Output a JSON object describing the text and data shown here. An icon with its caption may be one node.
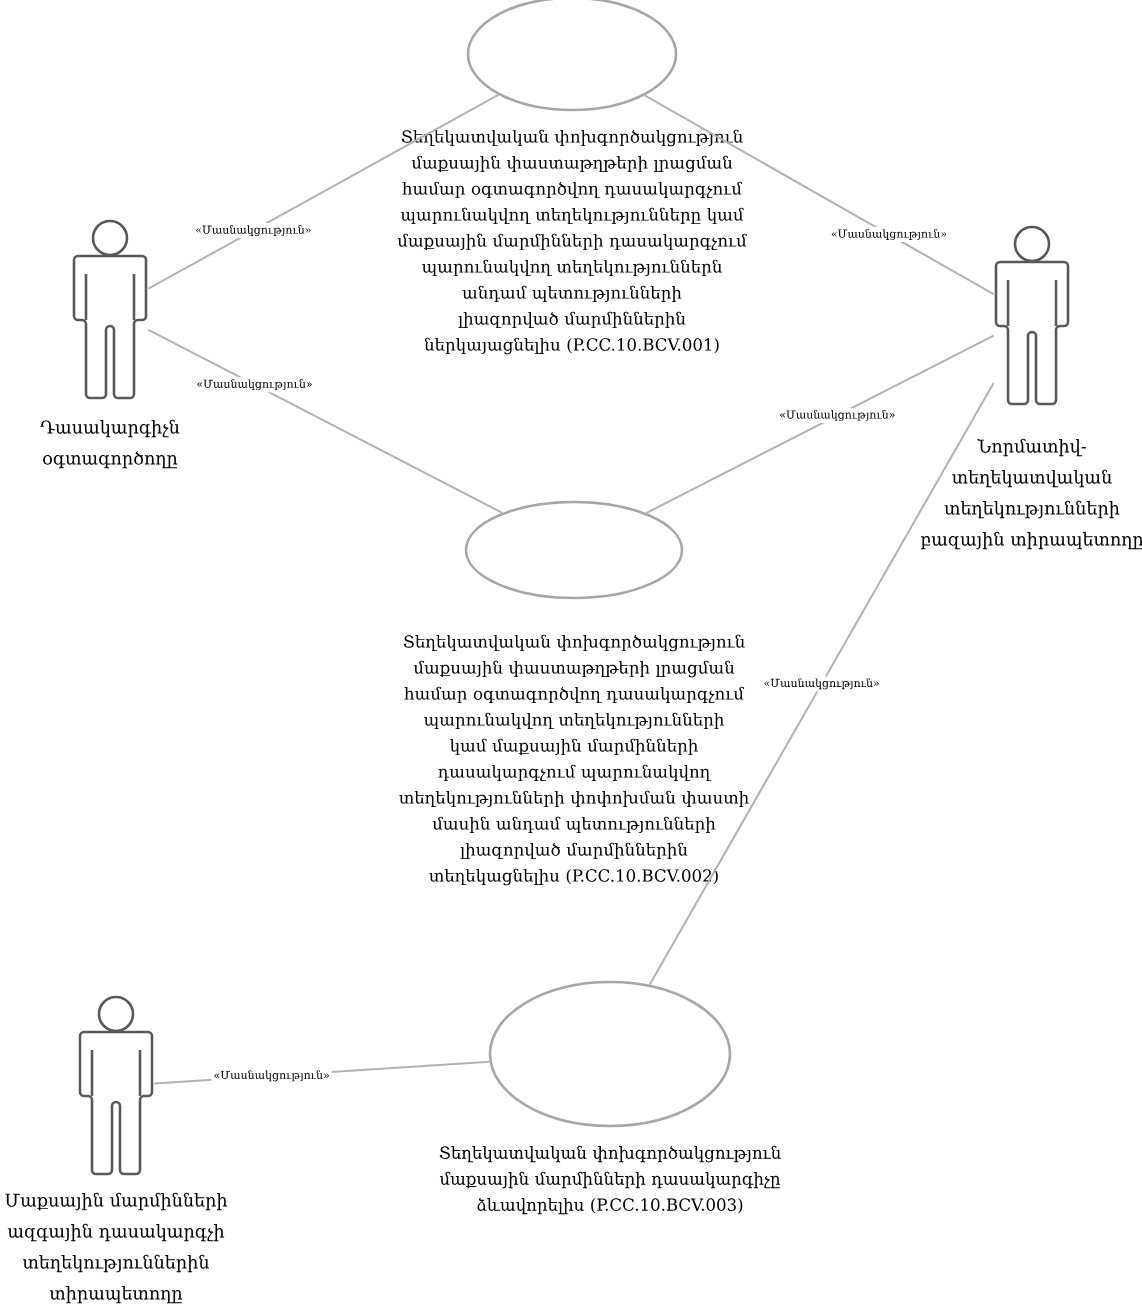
{
  "diagram": {
    "nodes": [
      {
        "text": [
          "Դասակարգիչն օգտագործողը"
        ]
      },
      {
        "text": [
          "Տեղեկատվական փոխգործակցություն մաքսային փաստաթղթերի լրացման համար օգտագործվող դասակարգչում պարունակվող տեղեկությունները կամ մաքսային մարմինների դասակարգչում պարունակվող տեղեկություններն անդամ պետությունների լիազորված մարմիններին ներկայացնելիս (P.CC.10.BCV.001)"
        ]
      },
      {
        "text": [
          "Նորմատիվ-տեղեկատվական տեղեկությունների բազային տիրապետողը"
        ]
      },
      {
        "text": [
          "Տեղեկատվական փոխգործակցություն մաքսային փաստաթղթերի լրացման համար օգտագործվող դասակարգչում պարունակվող տեղեկությունների կամ մաքսային մարմինների դասակարգչում պարունակվող տեղեկությունների փոփոխման փաստի մասին անդամ պետությունների լիազորված մարմիններին տեղեկացնելիս (P.CC.10.BCV.002)"
        ]
      },
      {
        "text": [
          "Մաքսային մարմինների ազգային դասակարգչի տեղեկություններին տիրապետողը"
        ]
      },
      {
        "text": [
          "Տեղեկատվական փոխգործակցություն մաքսային մարմինների դասակարգիչը ձևավորելիս (P.CC.10.BCV.003)"
        ]
      }
    ],
    "edges": [
      {
        "from": 0,
        "to": 1,
        "arrow": "none",
        "label": "«Մասնակցություն»"
      },
      {
        "from": 1,
        "to": 2,
        "arrow": "none",
        "label": "«Մասնակցություն»"
      },
      {
        "from": 0,
        "to": 3,
        "arrow": "none",
        "label": "«Մասնակցություն»"
      },
      {
        "from": 3,
        "to": 2,
        "arrow": "none",
        "label": "«Մասնակցություն»"
      },
      {
        "from": 2,
        "to": 5,
        "arrow": "none",
        "label": "«Մասնակցություն»"
      },
      {
        "from": 4,
        "to": 5,
        "arrow": "none",
        "label": "«Մասնակցություն»"
      }
    ]
  }
}
